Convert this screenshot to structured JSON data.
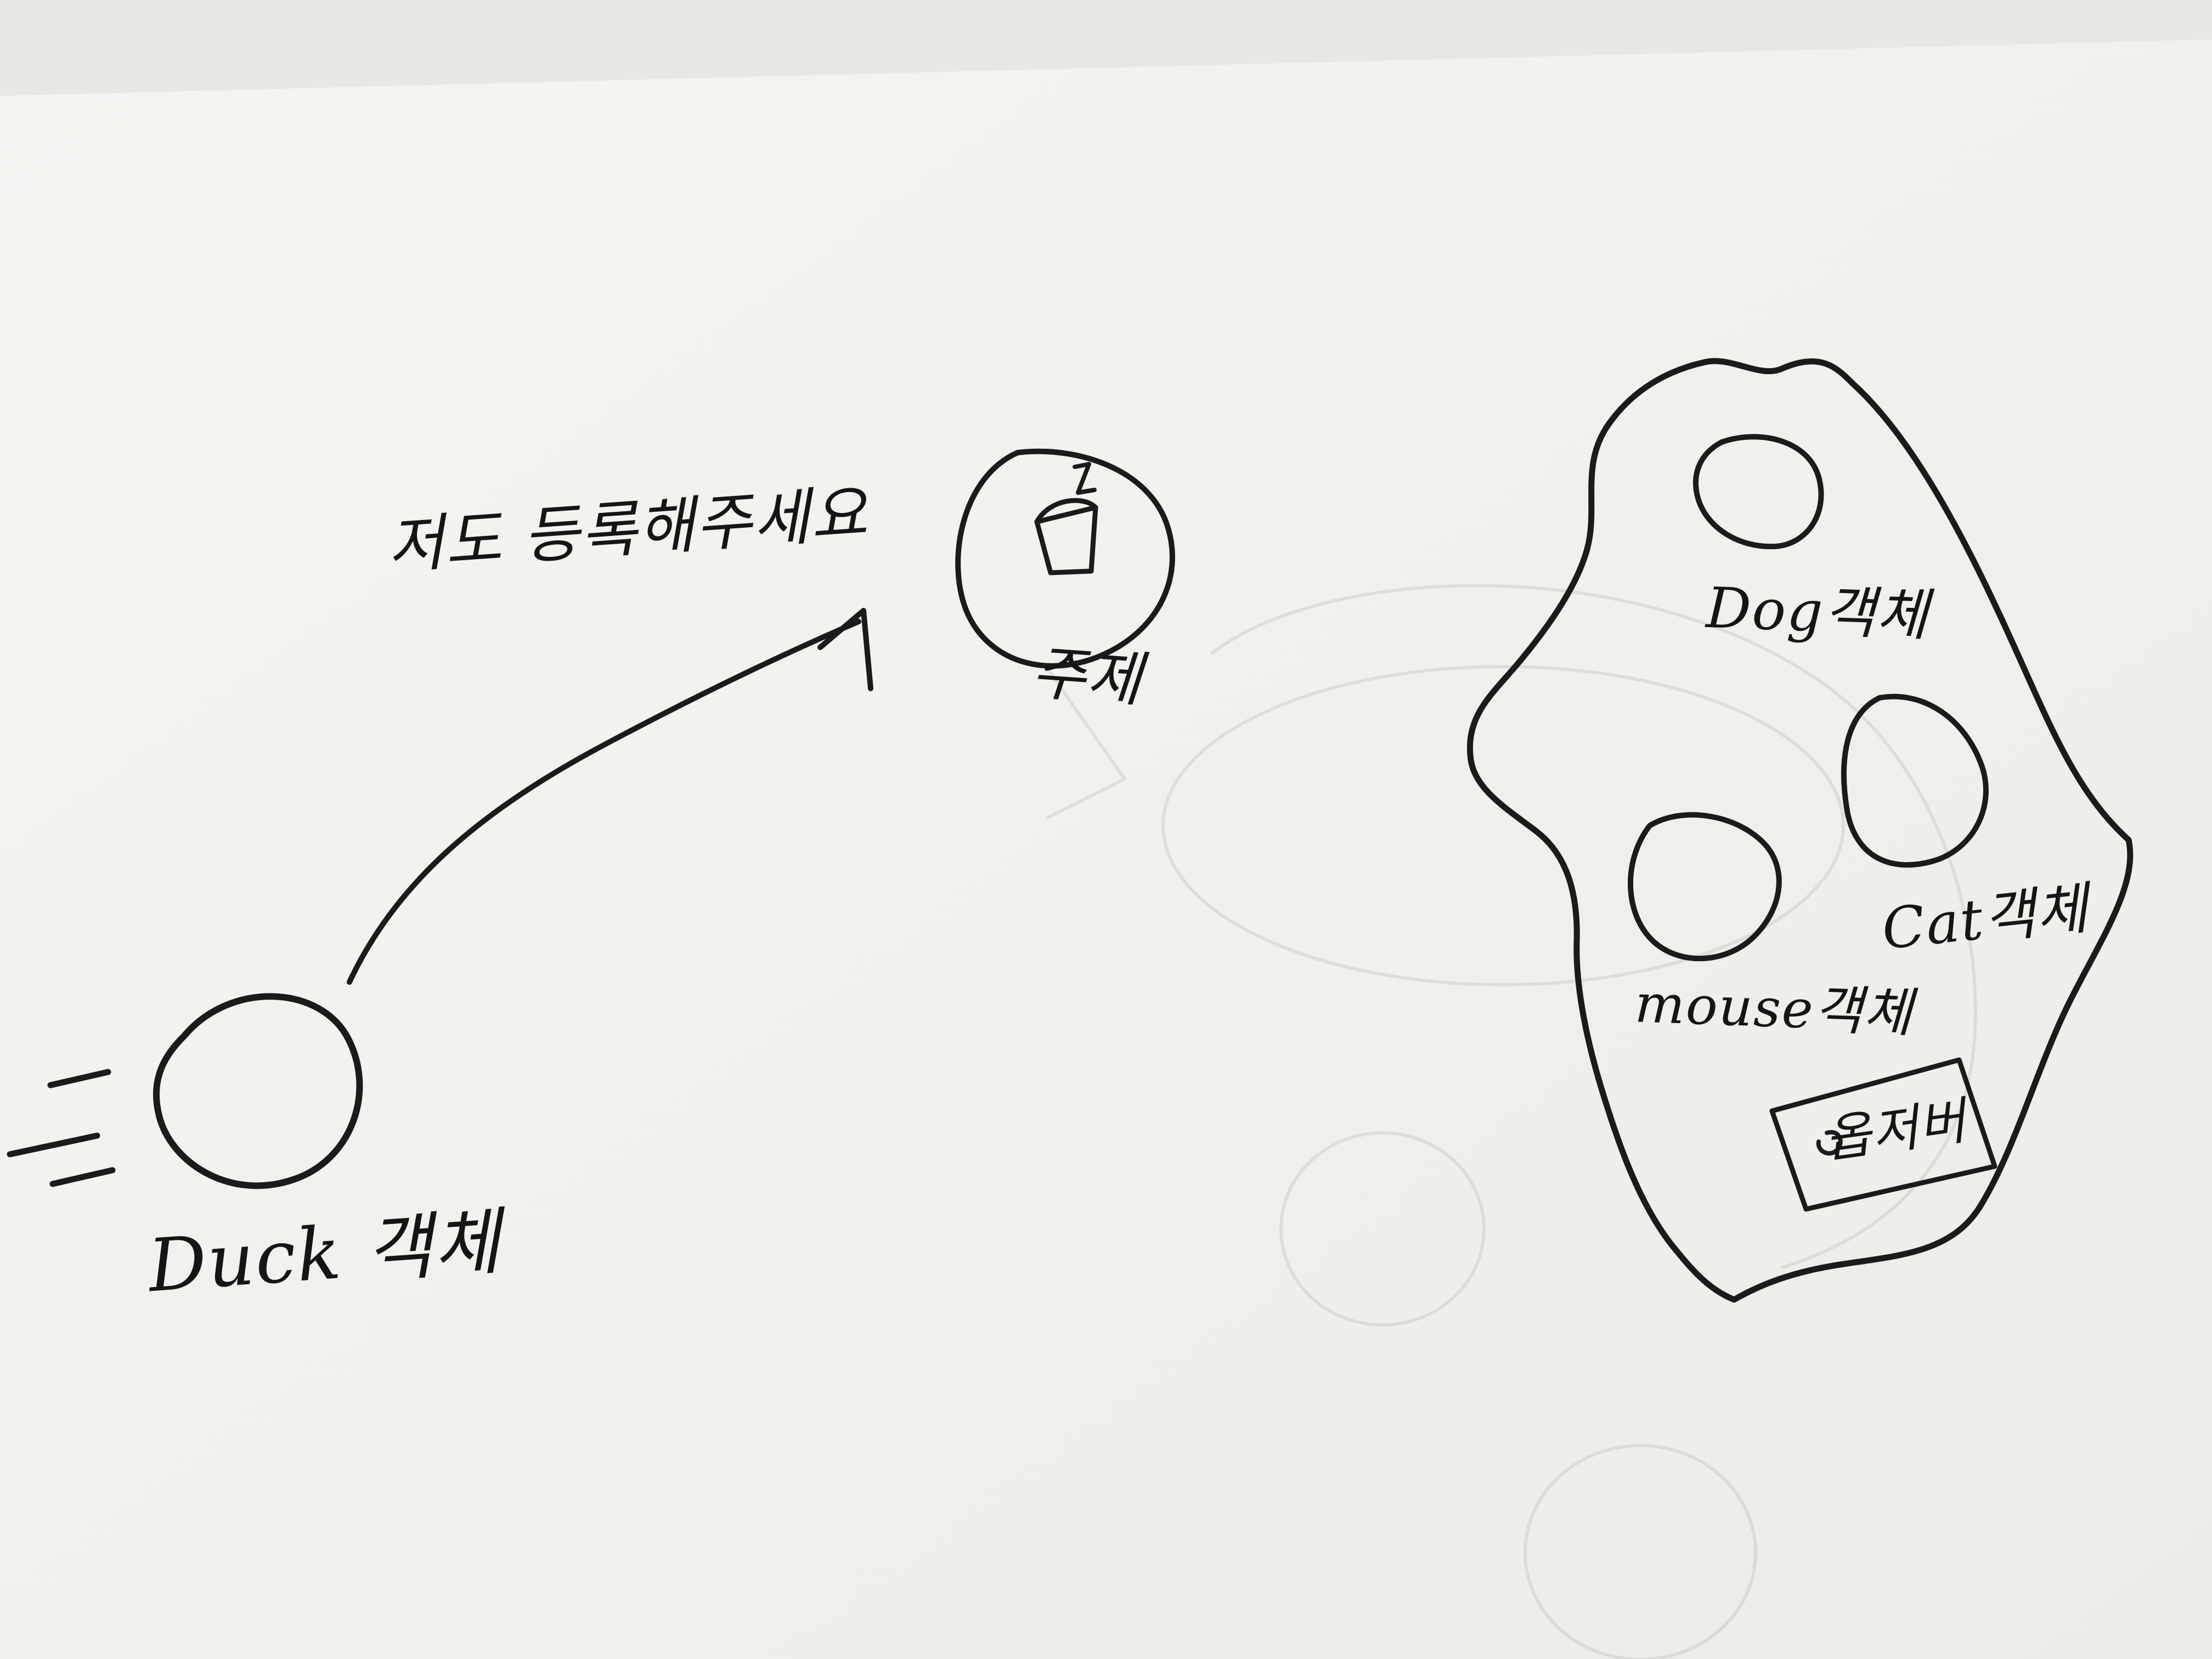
{
  "labels": {
    "duck": "Duck 객체",
    "message": "저도 등록해주세요",
    "subject": "주제",
    "dog": "Dog객체",
    "cat": "Cat객체",
    "mouse": "mouse객체",
    "observer": "옵저버"
  },
  "colors": {
    "paper": "#f2f2ee",
    "ink": "#1b1b1b",
    "shadow": "#d8d8d2"
  }
}
